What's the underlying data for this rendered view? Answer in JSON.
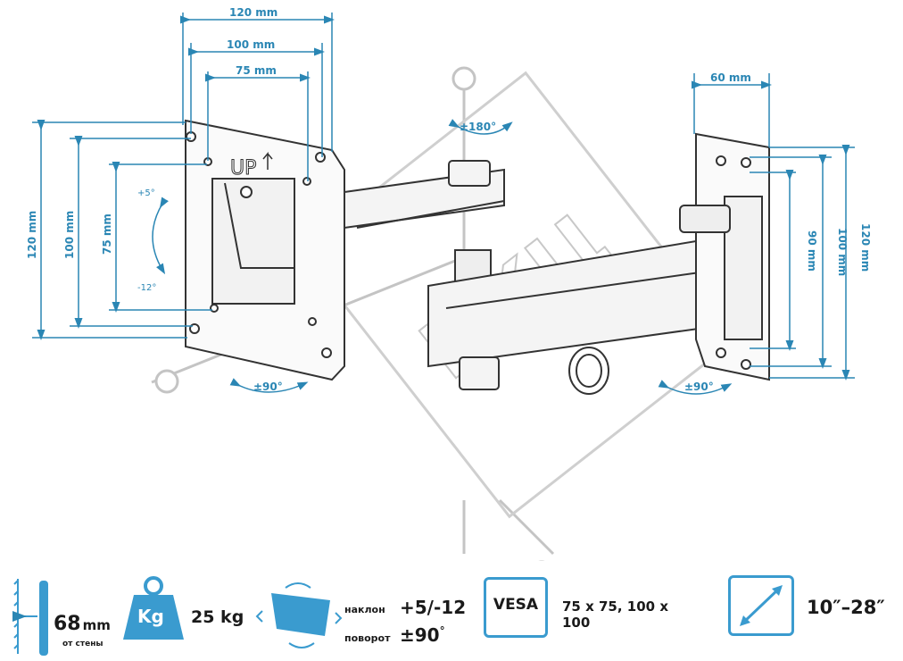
{
  "diagram": {
    "watermark": "ККЦ",
    "up_label": "UP",
    "left_plate": {
      "width_labels": [
        "120 mm",
        "100 mm",
        "75 mm"
      ],
      "height_labels": [
        "120 mm",
        "100 mm",
        "75 mm"
      ],
      "tilt_up": "+5°",
      "tilt_down": "-12°",
      "swivel": "±90°"
    },
    "arm_rotation": "±180°",
    "wall_plate": {
      "width_label": "60 mm",
      "height_labels": [
        "90 mm",
        "100 mm",
        "120 mm"
      ],
      "swivel": "±90°"
    }
  },
  "features": {
    "depth_value": "68",
    "depth_unit": "mm",
    "depth_caption": "от стены",
    "weight_icon_label": "Kg",
    "weight_value": "25 kg",
    "tilt_label": "наклон",
    "tilt_value": "+5/-12",
    "swivel_label": "поворот",
    "swivel_value": "±90",
    "swivel_deg": "°",
    "vesa_icon_label": "VESA",
    "vesa_value": "75 x 75, 100 x 100",
    "diag_min": "10″",
    "diag_sep": "–",
    "diag_max": "28″"
  },
  "colors": {
    "accent": "#2a86b4",
    "icon_fill": "#3a9bcf",
    "line": "#3a3a3a",
    "watermark": "#c8c8c8"
  }
}
